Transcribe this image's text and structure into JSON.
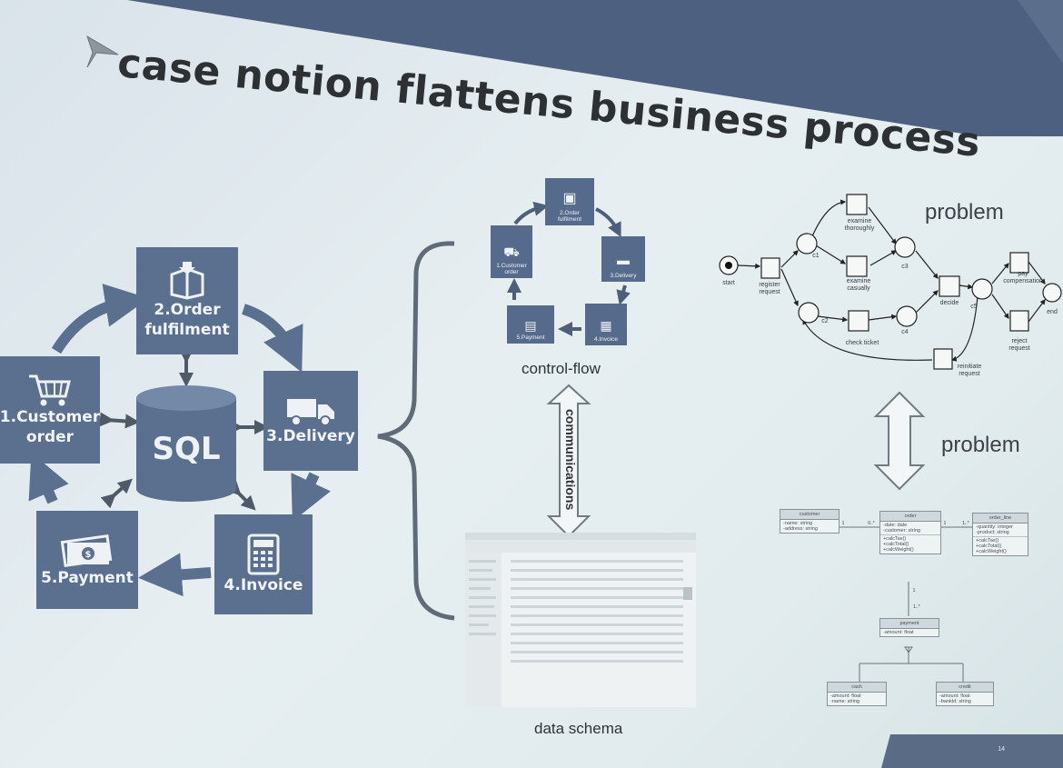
{
  "slide": {
    "title": "case notion flattens business process",
    "page_number": "14"
  },
  "cycle": {
    "center": "SQL",
    "steps": [
      {
        "label": "2.Order\nfulfilment",
        "icon": "package-icon"
      },
      {
        "label": "3.Delivery",
        "icon": "truck-icon"
      },
      {
        "label": "4.Invoice",
        "icon": "calculator-icon"
      },
      {
        "label": "5.Payment",
        "icon": "money-icon"
      },
      {
        "label": "1.Customer\norder",
        "icon": "shopping-cart-icon"
      }
    ]
  },
  "mini_cycle": {
    "steps": [
      {
        "label": "2.Order\nfulfilment"
      },
      {
        "label": "3.Delivery"
      },
      {
        "label": "4.Invoice"
      },
      {
        "label": "5.Payment"
      },
      {
        "label": "1.Customer\norder"
      }
    ],
    "caption": "control-flow"
  },
  "communications_label": "communications",
  "data_schema_caption": "data schema",
  "petri_net": {
    "problem_label": "problem",
    "start": "start",
    "end": "end",
    "places": [
      "c1",
      "c2",
      "c3",
      "c4",
      "c5"
    ],
    "transitions": [
      "register\nrequest",
      "examine\nthoroughly",
      "examine\ncasually",
      "check ticket",
      "decide",
      "pay\ncompensation",
      "reject\nrequest",
      "reinitiate\nrequest"
    ]
  },
  "uml": {
    "problem_label": "problem",
    "classes": {
      "customer": {
        "name": "customer",
        "attrs": "-name: string\n-address: string",
        "ops": ""
      },
      "order": {
        "name": "order",
        "attrs": "-date: date\n-customer: string",
        "ops": "+calcTax()\n+calcTotal()\n+calcWeight()"
      },
      "order_line": {
        "name": "order_line",
        "attrs": "-quantity: integer\n-product: string",
        "ops": "+calcTax()\n+calcTotal()\n+calcWeight()"
      },
      "payment": {
        "name": "payment",
        "attrs": "-amount: float",
        "ops": ""
      },
      "cash": {
        "name": "cash",
        "attrs": "-amount: float\n-name: string",
        "ops": ""
      },
      "credit": {
        "name": "credit",
        "attrs": "-amount: float\n-bankId: string",
        "ops": ""
      }
    },
    "multiplicities": [
      "1",
      "0..*",
      "1",
      "1..*",
      "1",
      "1..*"
    ]
  },
  "colors": {
    "tile": "#5b6f8f",
    "banner": "#4d6080",
    "arrow": "#5b6f8f",
    "text": "#2e3133"
  }
}
